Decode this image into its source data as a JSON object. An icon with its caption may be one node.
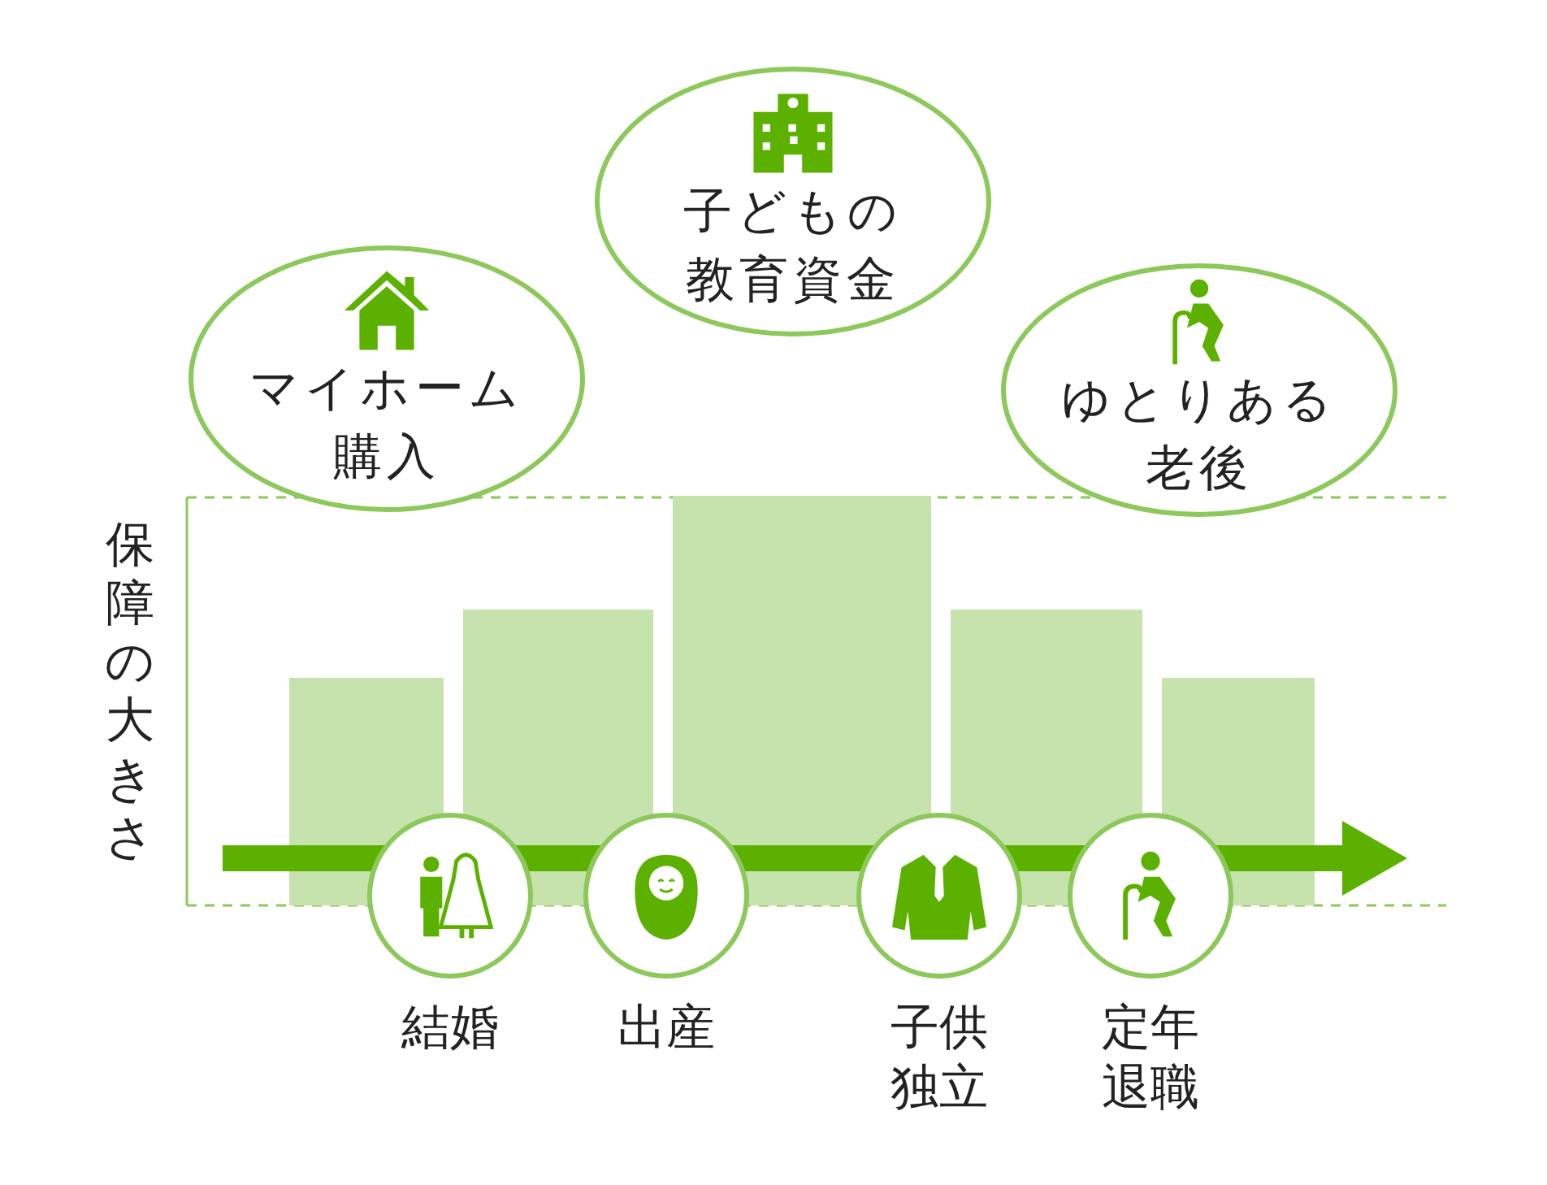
{
  "diagram": {
    "nodes": [
      {
        "text": [
          "マイホーム購入"
        ]
      },
      {
        "text": [
          "子どもの教育資金"
        ]
      },
      {
        "text": [
          "ゆとりある老後"
        ]
      },
      {
        "text": [],
        "shape": "circle",
        "beside": [
          "結婚"
        ]
      },
      {
        "text": [],
        "shape": "circle",
        "beside": [
          "出産"
        ]
      },
      {
        "text": [],
        "shape": "circle",
        "beside": [
          "子供独立"
        ]
      },
      {
        "text": [],
        "shape": "circle",
        "beside": [
          "定年退職"
        ]
      }
    ],
    "labels": [
      "保障の大きさ"
    ]
  }
}
